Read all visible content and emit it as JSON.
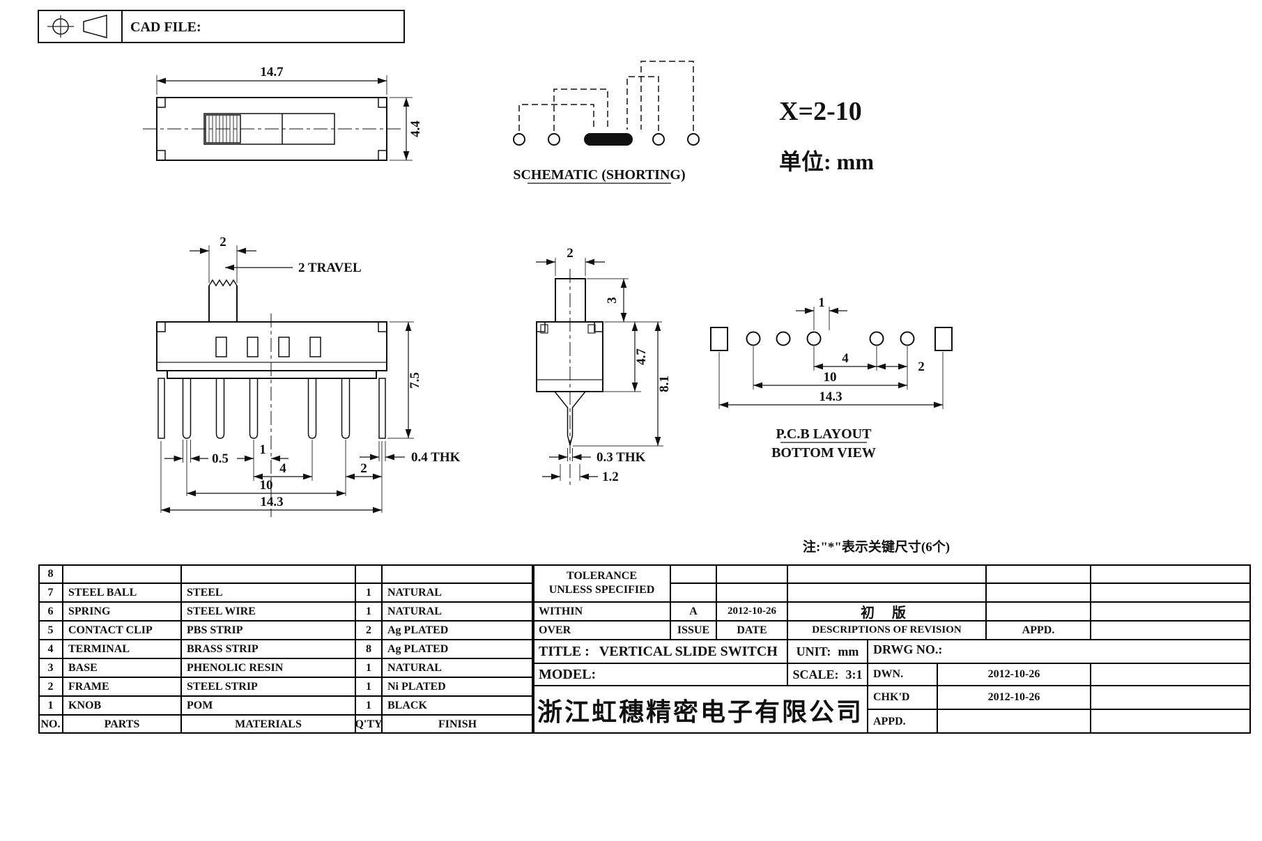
{
  "header": {
    "cad_file_label": "CAD FILE:"
  },
  "top_view": {
    "dim_width": "14.7",
    "dim_height": "4.4"
  },
  "schematic": {
    "caption": "SCHEMATIC (SHORTING)"
  },
  "annotations": {
    "x_range": "X=2-10",
    "unit": "单位: mm",
    "key_note": "注:\"*\"表示关键尺寸(6个)"
  },
  "front_view": {
    "dim_knob": "2",
    "dim_travel": "2 TRAVEL",
    "dim_height": "7.5",
    "dim_thk": "0.4 THK",
    "dim_a": "0.5",
    "dim_b": "1",
    "dim_c": "4",
    "dim_d": "2",
    "dim_e": "10",
    "dim_f": "14.3"
  },
  "side_view": {
    "dim_knob": "2",
    "dim_knob_h": "3",
    "dim_body_h": "4.7",
    "dim_total_h": "8.1",
    "dim_thk": "0.3 THK",
    "dim_tip": "1.2"
  },
  "pcb_view": {
    "caption_line1": "P.C.B LAYOUT",
    "caption_line2": "BOTTOM VIEW",
    "dim_a": "1",
    "dim_b": "4",
    "dim_c": "2",
    "dim_d": "10",
    "dim_e": "14.3"
  },
  "parts_table": {
    "headers": {
      "no": "NO.",
      "parts": "PARTS",
      "materials": "MATERIALS",
      "qty": "Q'TY",
      "finish": "FINISH"
    },
    "rows": [
      {
        "no": "8",
        "part": "",
        "material": "",
        "qty": "",
        "finish": ""
      },
      {
        "no": "7",
        "part": "STEEL BALL",
        "material": "STEEL",
        "qty": "1",
        "finish": "NATURAL"
      },
      {
        "no": "6",
        "part": "SPRING",
        "material": "STEEL WIRE",
        "qty": "1",
        "finish": "NATURAL"
      },
      {
        "no": "5",
        "part": "CONTACT CLIP",
        "material": "PBS STRIP",
        "qty": "2",
        "finish": "Ag PLATED"
      },
      {
        "no": "4",
        "part": "TERMINAL",
        "material": "BRASS STRIP",
        "qty": "8",
        "finish": "Ag PLATED"
      },
      {
        "no": "3",
        "part": "BASE",
        "material": "PHENOLIC RESIN",
        "qty": "1",
        "finish": "NATURAL"
      },
      {
        "no": "2",
        "part": "FRAME",
        "material": "STEEL STRIP",
        "qty": "1",
        "finish": "Ni PLATED"
      },
      {
        "no": "1",
        "part": "KNOB",
        "material": "POM",
        "qty": "1",
        "finish": "BLACK"
      }
    ]
  },
  "title_block": {
    "tolerance_line1": "TOLERANCE",
    "tolerance_line2": "UNLESS  SPECIFIED",
    "within": "WITHIN",
    "over": "OVER",
    "revision": {
      "issue_value": "A",
      "date_value": "2012-10-26",
      "description_value": "初  版",
      "issue": "ISSUE",
      "date": "DATE",
      "descriptions": "DESCRIPTIONS OF REVISION",
      "appd": "APPD."
    },
    "title_label": "TITLE :",
    "title_value": "VERTICAL SLIDE SWITCH",
    "unit_label": "UNIT:",
    "unit_value": "mm",
    "model_label": "MODEL:",
    "scale_label": "SCALE:",
    "scale_value": "3:1",
    "drwg_label": "DRWG NO.:",
    "dwn_label": "DWN.",
    "dwn_date": "2012-10-26",
    "chkd_label": "CHK'D",
    "chkd_date": "2012-10-26",
    "appd_label": "APPD.",
    "company": "浙江虹穗精密电子有限公司"
  }
}
